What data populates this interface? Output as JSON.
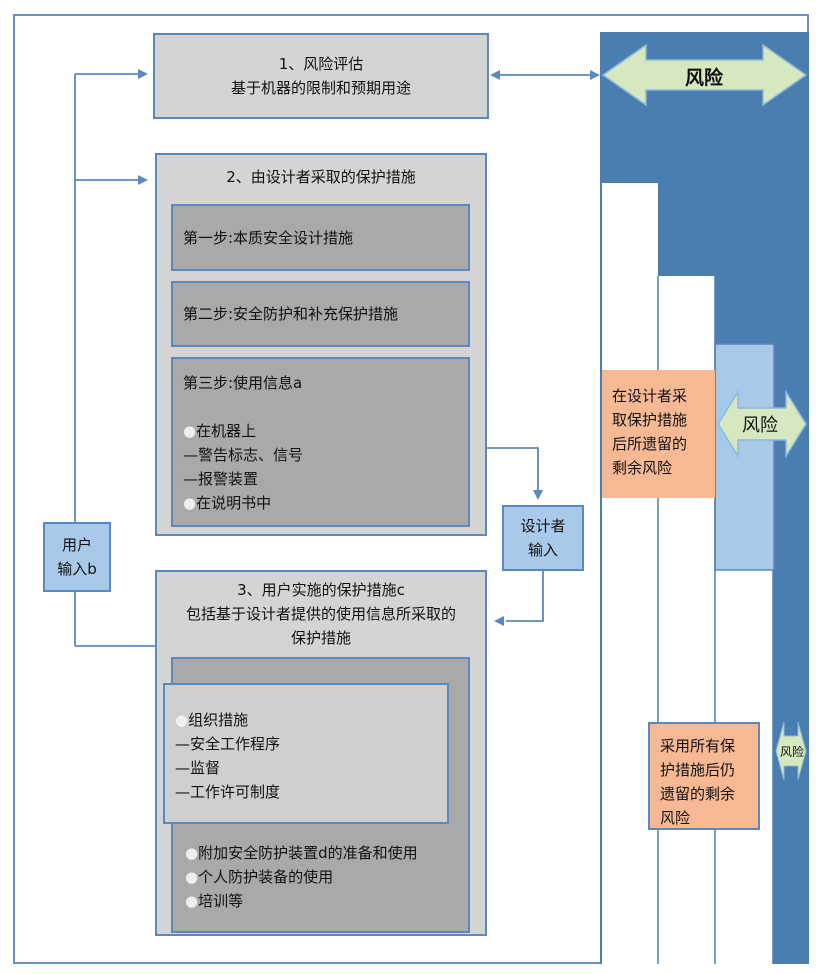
{
  "box1": {
    "line1": "1、风险评估",
    "line2": "基于机器的限制和预期用途"
  },
  "box2": {
    "title": "2、由设计者采取的保护措施",
    "step1": "第一步:本质安全设计措施",
    "step2": "第二步:安全防护和补充保护措施",
    "step3": {
      "title": "第三步:使用信息a",
      "items": [
        "在机器上",
        "—警告标志、信号",
        "—报警装置",
        "在说明书中"
      ]
    }
  },
  "user_input": {
    "line1": "用户",
    "line2": "输入b"
  },
  "designer_input": {
    "line1": "设计者",
    "line2": "输入"
  },
  "box3": {
    "line1": "3、用户实施的保护措施c",
    "line2": "包括基于设计者提供的使用信息所采取的",
    "line3": "保护措施",
    "inner_items": [
      "组织措施",
      "—安全工作程序",
      "—监督",
      "—工作许可制度"
    ],
    "outer_items": [
      "附加安全防护装置d的准备和使用",
      "个人防护装备的使用",
      "培训等"
    ]
  },
  "risk": {
    "label_large": "风险",
    "label_medium": "风险",
    "label_small": "风险"
  },
  "residual1": {
    "lines": [
      "在设计者采",
      "取保护措施",
      "后所遗留的",
      "剩余风险"
    ]
  },
  "residual2": {
    "lines": [
      "采用所有保",
      "护措施后仍",
      "遗留的剩余",
      "风险"
    ]
  },
  "colors": {
    "dark_blue": "#4a7eb0",
    "light_blue": "#a9c9ea",
    "orange": "#f7b994",
    "arrow_green": "#d5e8c0",
    "grey_box": "#d4d4d4",
    "grey_inner": "#a9a9a9"
  }
}
